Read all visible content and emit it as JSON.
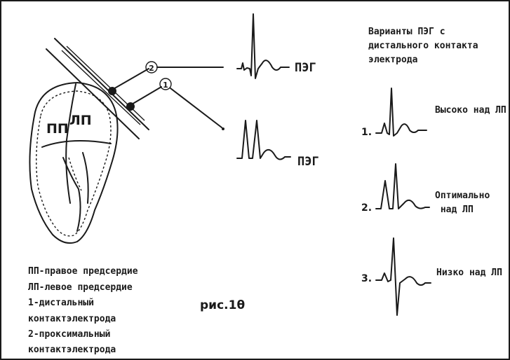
{
  "heart": {
    "label_rp": "ПП",
    "label_lp": "ЛП"
  },
  "electrode": {
    "marker_proximal": "2",
    "marker_distal": "1"
  },
  "peg_label_top": "ПЭГ",
  "peg_label_bottom": "ПЭГ",
  "variants": {
    "title_lines": [
      "Варианты ПЭГ с",
      "дистального контакта",
      "электрода"
    ],
    "items": [
      {
        "num": "1.",
        "label": "Высоко над ЛП"
      },
      {
        "num": "2.",
        "label_lines": [
          "Оптимально",
          " над ЛП"
        ]
      },
      {
        "num": "3.",
        "label": "Низко над ЛП"
      }
    ]
  },
  "legend_lines": [
    "ПП-правое предсердие",
    "ЛП-левое предсердие",
    "1-дистальный",
    "контактэлектрода",
    "2-проксимальный",
    "контактэлектрода"
  ],
  "figure_caption": "рис.1θ"
}
